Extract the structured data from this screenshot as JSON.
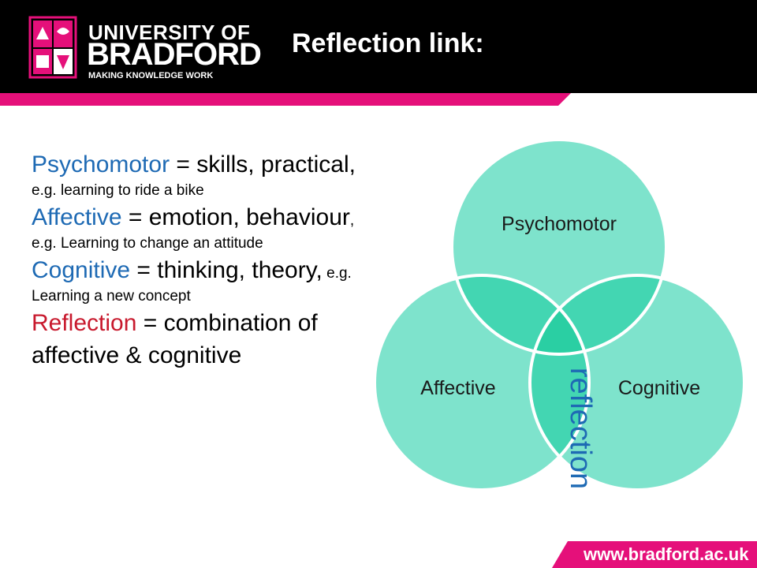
{
  "colors": {
    "header_bg": "#000000",
    "brand_pink": "#e5107a",
    "text_blue": "#1e6ab4",
    "text_red": "#c8192d",
    "circle_fill": "#7ee3cc",
    "circle_overlap": "#43d6b2",
    "circle_center": "#2acfa3"
  },
  "logo": {
    "line1": "UNIVERSITY OF",
    "line2": "BRADFORD",
    "line3": "MAKING KNOWLEDGE WORK"
  },
  "slide": {
    "title": "Reflection link:"
  },
  "definitions": [
    {
      "term": "Psychomotor",
      "sep": " = ",
      "big": "skills, practical,",
      "small": " e.g. learning to ride a bike",
      "color": "blue"
    },
    {
      "term": "Affective",
      "sep": " = ",
      "big": "emotion, behaviour",
      "small": ", e.g. Learning to change an attitude",
      "color": "blue"
    },
    {
      "term": "Cognitive",
      "sep": " = ",
      "big": "thinking, theory,",
      "small": " e.g. Learning a new concept",
      "color": "blue"
    },
    {
      "term": "Reflection",
      "sep": " = ",
      "big": "combination of affective & cognitive",
      "small": "",
      "color": "red"
    }
  ],
  "venn": {
    "top_label": "Psychomotor",
    "left_label": "Affective",
    "right_label": "Cognitive",
    "center_label": "reflection"
  },
  "footer": {
    "url": "www.bradford.ac.uk"
  }
}
